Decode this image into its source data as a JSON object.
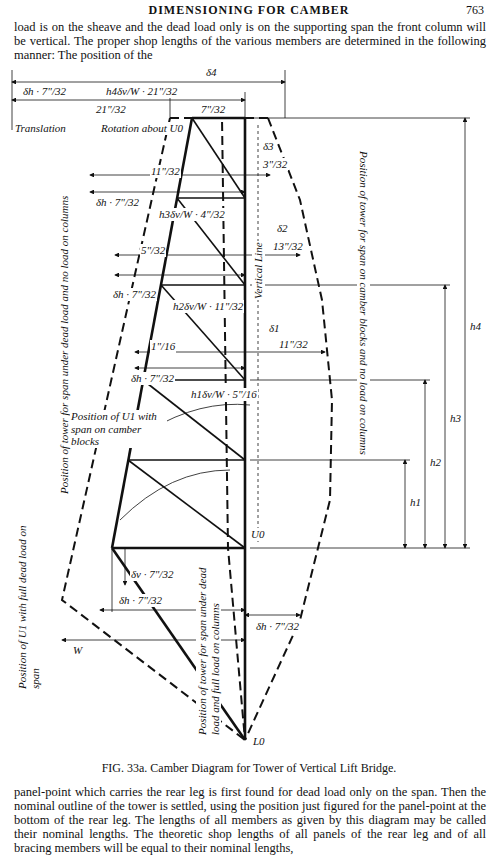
{
  "diagram": {
    "title": "DIMENSIONING FOR CAMBER",
    "caption": "FIG. 33a. Camber Diagram for Tower of Vertical Lift Bridge.",
    "labels": [
      "763",
      "load is on the sheave and the dead load only is on the supporting span the front column will be vertical. The proper shop lengths of the various members are determined in the following manner: The position of the",
      "δ4",
      "δh · 7\"/32",
      "h4δv/W · 21\"/32",
      "21\"/32",
      "7\"/32",
      "Translation",
      "Rotation about U0",
      "δ3",
      "3\"/32",
      "11\"/32",
      "δh · 7\"/32",
      "h3δv/W · 4\"/32",
      "Vertical Line",
      "δ2",
      "5\"/32",
      "13\"/32",
      "δh · 7\"/32",
      "h2δv/W · 11\"/32",
      "δ1",
      "1\"/16",
      "11\"/32",
      "δh · 7\"/32",
      "h1δv/W · 5\"/16",
      "Position of tower for span under dead load and no load on columns",
      "Position of tower for span on camber blocks and no load on columns",
      "Position of U1 with span on camber blocks",
      "Position of U1 with full dead load on span",
      "δv · 7\"/32",
      "U0",
      "δh · 7\"/32",
      "δh · 7\"/32",
      "W",
      "Position of tower for span under dead load and full load on columns",
      "L0",
      "h1",
      "h2",
      "h3",
      "h4",
      "panel-point which carries the rear leg is first found for dead load only on the span. Then the nominal outline of the tower is settled, using the position just figured for the panel-point at the bottom of the rear leg. The lengths of all members as given by this diagram may be called their nominal lengths. The theoretic shop lengths of all panels of the rear leg and of all bracing members will be equal to their nominal lengths,"
    ]
  }
}
